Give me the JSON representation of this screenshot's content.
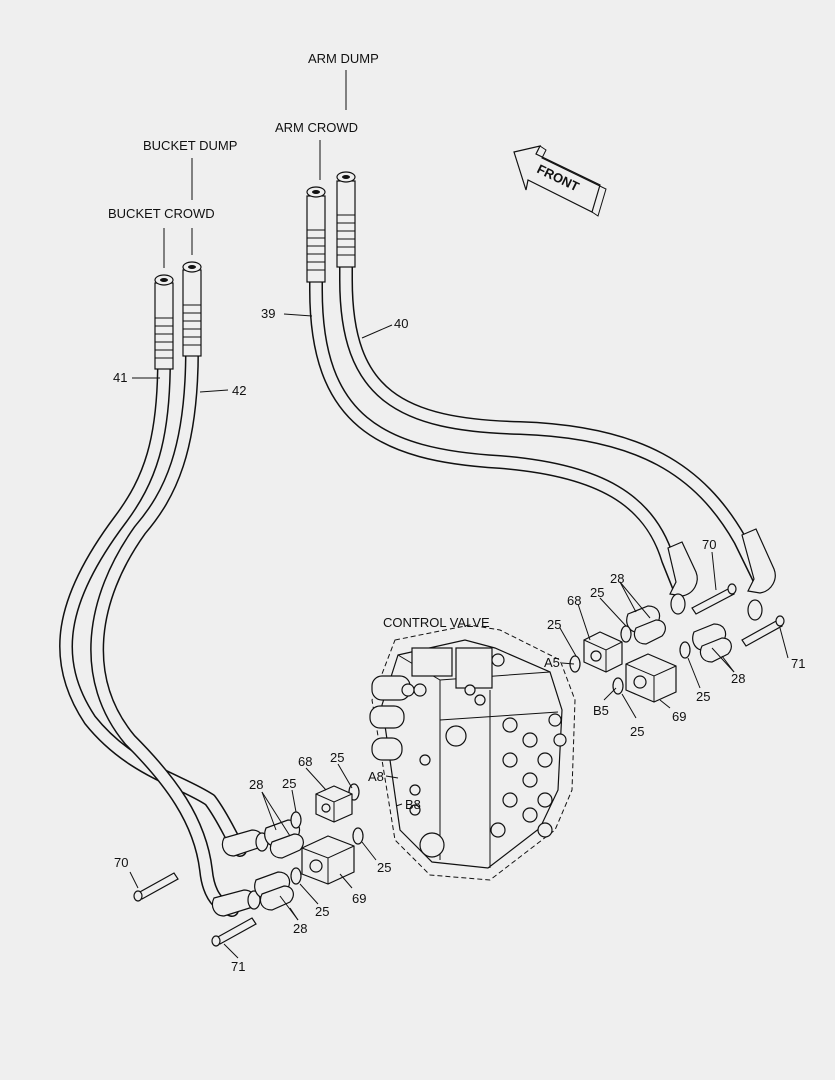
{
  "labels": {
    "arm_dump": "ARM DUMP",
    "arm_crowd": "ARM CROWD",
    "bucket_dump": "BUCKET DUMP",
    "bucket_crowd": "BUCKET CROWD",
    "front": "FRONT",
    "control_valve": "CONTROL VALVE"
  },
  "ports": {
    "a5": "A5",
    "b5": "B5",
    "a8": "A8",
    "b8": "B8"
  },
  "callouts": {
    "n39": "39",
    "n40": "40",
    "n41": "41",
    "n42": "42",
    "n70_right": "70",
    "n71_right": "71",
    "n28_right_top": "28",
    "n28_right_bottom": "28",
    "n25_right_a": "25",
    "n25_right_b": "25",
    "n25_right_c": "25",
    "n25_right_d": "25",
    "n68_right": "68",
    "n69_right": "69",
    "n68_left": "68",
    "n69_left": "69",
    "n25_left_a": "25",
    "n25_left_b": "25",
    "n25_left_c": "25",
    "n25_left_d": "25",
    "n28_left_top": "28",
    "n28_left_bottom": "28",
    "n70_left": "70",
    "n71_left": "71"
  }
}
